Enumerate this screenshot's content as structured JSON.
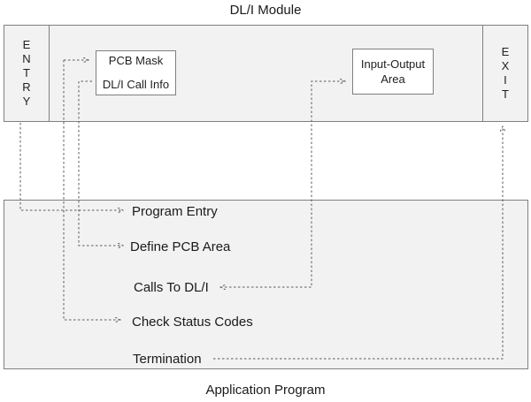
{
  "titles": {
    "module": "DL/I Module",
    "application": "Application Program"
  },
  "module_box": {
    "entry_label": "E\nN\nT\nR\nY",
    "exit_label": "E\nX\nI\nT",
    "pcb_box": {
      "line1": "PCB Mask",
      "line2": "DL/I Call Info"
    },
    "io_box": {
      "line1": "Input-Output",
      "line2": "Area"
    }
  },
  "application_box": {
    "items": [
      "Program Entry",
      "Define PCB Area",
      "Calls To DL/I",
      "Check Status Codes",
      "Termination"
    ]
  },
  "connections": [
    {
      "from": "Entry",
      "to": "Program Entry",
      "style": "dashed-arrow"
    },
    {
      "from": "PCB Mask",
      "to": "Check Status Codes",
      "style": "dashed-arrow-both-ends"
    },
    {
      "from": "DL/I Call Info",
      "to": "Define PCB Area",
      "style": "dashed-arrow"
    },
    {
      "from": "Calls To DL/I",
      "to": "Input-Output Area",
      "style": "dashed-arrow-both-ends"
    },
    {
      "from": "Termination",
      "to": "Exit",
      "style": "dashed-arrow"
    }
  ],
  "colors": {
    "box_fill": "#f2f2f2",
    "box_border": "#7f7f7f",
    "inner_box_fill": "#ffffff",
    "connector": "#595959",
    "text": "#1f1f1f"
  }
}
